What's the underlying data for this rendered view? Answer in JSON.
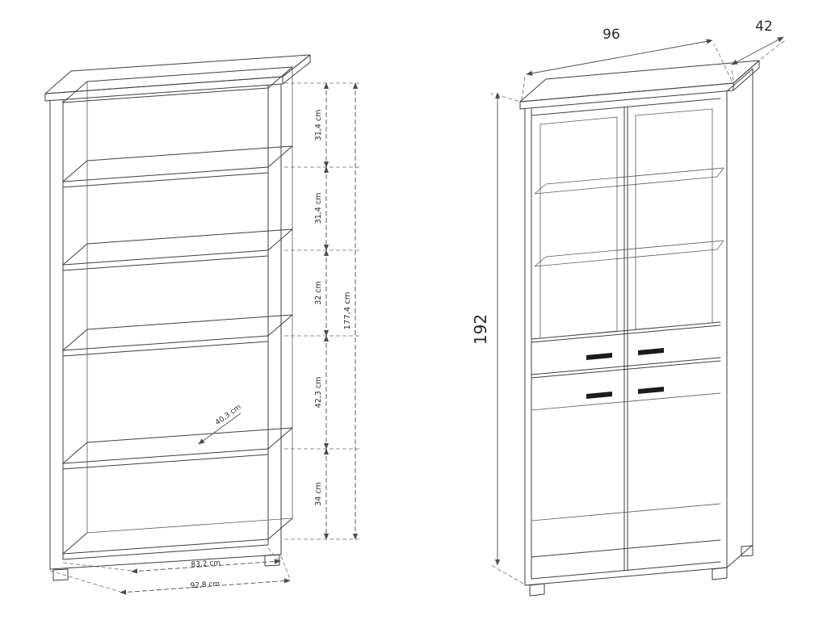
{
  "drawing": {
    "left_view": {
      "description": "open shelf unit with internal dimensions",
      "segment_labels": [
        "31,4 cm",
        "31,4 cm",
        "32 cm",
        "42,3 cm",
        "34 cm"
      ],
      "total_height": "177,4 cm",
      "shelf_depth": "40,3 cm",
      "inner_width": "83,2 cm",
      "outer_width": "92,8 cm"
    },
    "right_view": {
      "description": "cabinet with doors and drawers, overall dimensions in cm",
      "width": "96",
      "depth": "42",
      "height": "192"
    }
  }
}
